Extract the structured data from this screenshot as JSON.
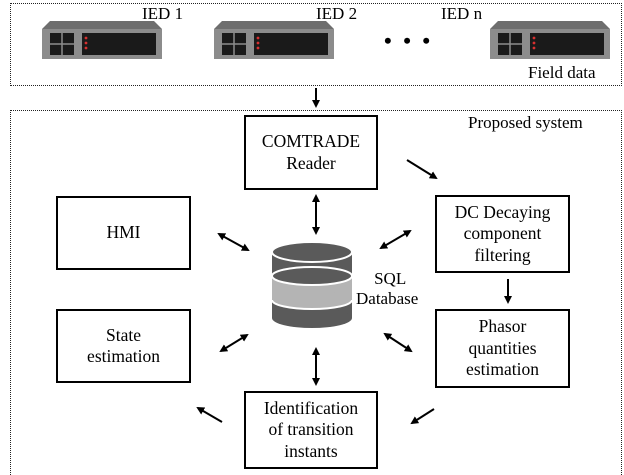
{
  "field_region": {
    "label": "Field data",
    "ieds": [
      {
        "label": "IED 1",
        "icon": "ied-device-icon"
      },
      {
        "label": "IED 2",
        "icon": "ied-device-icon"
      },
      {
        "label": "IED n",
        "icon": "ied-device-icon"
      }
    ],
    "ellipsis": "• • •"
  },
  "system_region": {
    "label": "Proposed system"
  },
  "modules": {
    "comtrade": {
      "line1": "COMTRADE",
      "line2": "Reader"
    },
    "dc_filter": {
      "line1": "DC Decaying",
      "line2": "component",
      "line3": "filtering"
    },
    "phasor": {
      "line1": "Phasor",
      "line2": "quantities",
      "line3": "estimation"
    },
    "identification": {
      "line1": "Identification",
      "line2": "of transition",
      "line3": "instants"
    },
    "state": {
      "line1": "State",
      "line2": "estimation"
    },
    "hmi": {
      "line1": "HMI"
    }
  },
  "database": {
    "line1": "SQL",
    "line2": "Database",
    "icon": "database-icon"
  },
  "colors": {
    "ied_body": "#8c8c8c",
    "ied_dark": "#1a1a1a",
    "ied_led": "#d83030",
    "db_dark": "#5a5a5a",
    "db_light": "#b4b4b4"
  }
}
